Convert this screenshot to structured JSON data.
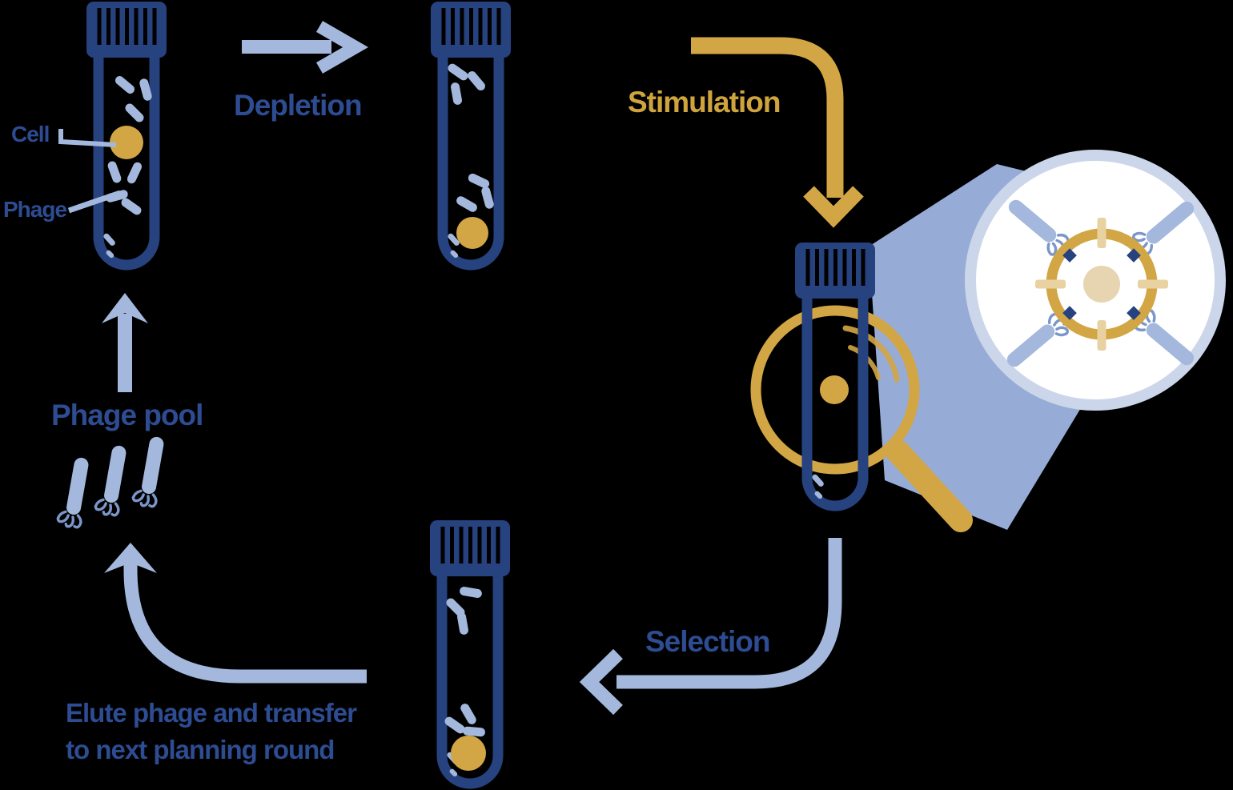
{
  "labels": {
    "cell": "Cell",
    "phage": "Phage",
    "depletion": "Depletion",
    "stimulation": "Stimulation",
    "phage_pool": "Phage pool",
    "selection": "Selection",
    "elute_line1": "Elute phage and transfer",
    "elute_line2": "to next planning round"
  },
  "icons": {
    "tube": "test-tube-with-screw-cap",
    "phage": "phage-rod-with-tail-fibers",
    "cell": "gold-cell-dot",
    "magnifier": "gold-magnifying-glass",
    "zoom_view": "magnified-cell-with-receptors-and-binding-phages"
  },
  "colors": {
    "background": "#000000",
    "navy": "#26427f",
    "text_blue": "#2d4c92",
    "light_blue": "#a3b8dc",
    "beam_blue": "#96acd6",
    "fringe_blue": "#7b96c9",
    "ring_blue": "#ccd6ea",
    "gold": "#d2a644",
    "text_gold": "#d0a43c",
    "pale_gold": "#e9d2a2",
    "tan": "#e6d5b0",
    "cream": "#fbf8f1",
    "white": "#ffffff"
  }
}
